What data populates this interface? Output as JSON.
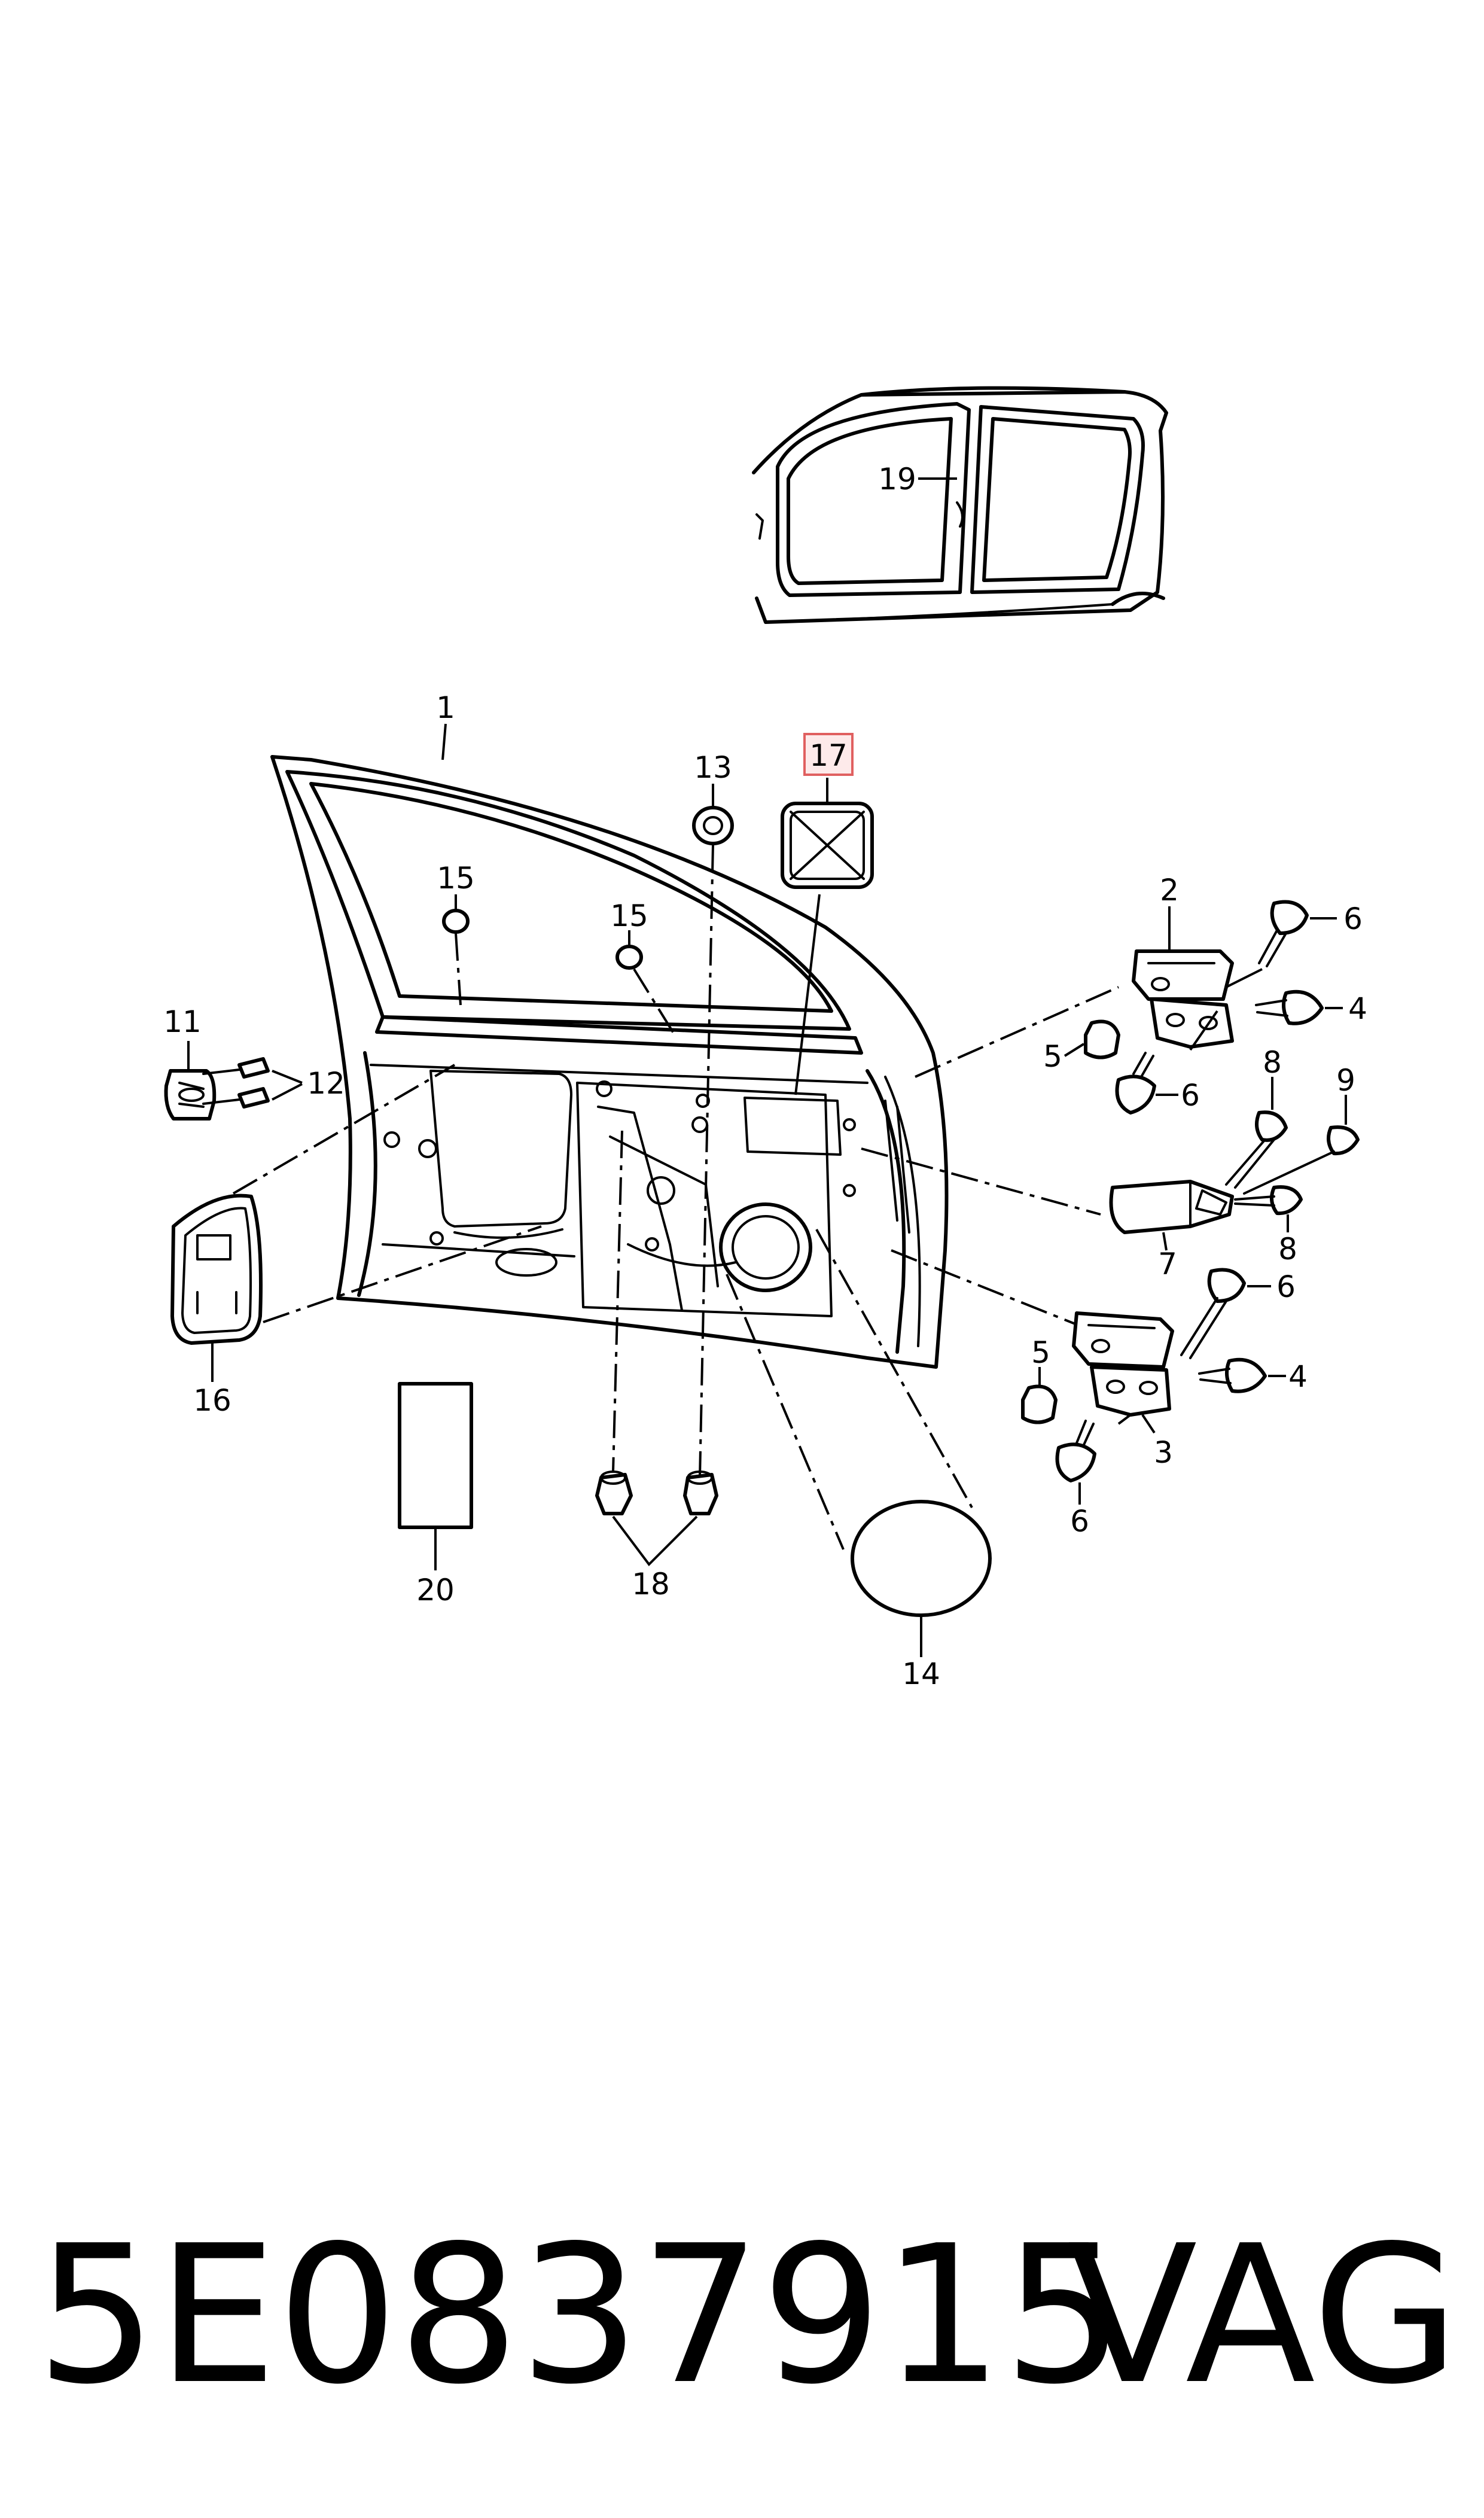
{
  "diagram": {
    "highlight_color": "#e06060",
    "line_color": "#000000",
    "callouts": [
      {
        "id": "c1",
        "label": "1"
      },
      {
        "id": "c2",
        "label": "2"
      },
      {
        "id": "c3",
        "label": "3"
      },
      {
        "id": "c4a",
        "label": "4"
      },
      {
        "id": "c4b",
        "label": "4"
      },
      {
        "id": "c5a",
        "label": "5"
      },
      {
        "id": "c5b",
        "label": "5"
      },
      {
        "id": "c6a",
        "label": "6"
      },
      {
        "id": "c6b",
        "label": "6"
      },
      {
        "id": "c6c",
        "label": "6"
      },
      {
        "id": "c6d",
        "label": "6"
      },
      {
        "id": "c7",
        "label": "7"
      },
      {
        "id": "c8a",
        "label": "8"
      },
      {
        "id": "c8b",
        "label": "8"
      },
      {
        "id": "c9",
        "label": "9"
      },
      {
        "id": "c11",
        "label": "11"
      },
      {
        "id": "c12",
        "label": "12"
      },
      {
        "id": "c13",
        "label": "13"
      },
      {
        "id": "c14",
        "label": "14"
      },
      {
        "id": "c15a",
        "label": "15"
      },
      {
        "id": "c15b",
        "label": "15"
      },
      {
        "id": "c16",
        "label": "16"
      },
      {
        "id": "c17",
        "label": "17",
        "highlighted": true
      },
      {
        "id": "c18",
        "label": "18"
      },
      {
        "id": "c19",
        "label": "19"
      },
      {
        "id": "c20",
        "label": "20"
      }
    ]
  },
  "footer": {
    "part_number": "5E0837915",
    "brand": "VAG"
  }
}
